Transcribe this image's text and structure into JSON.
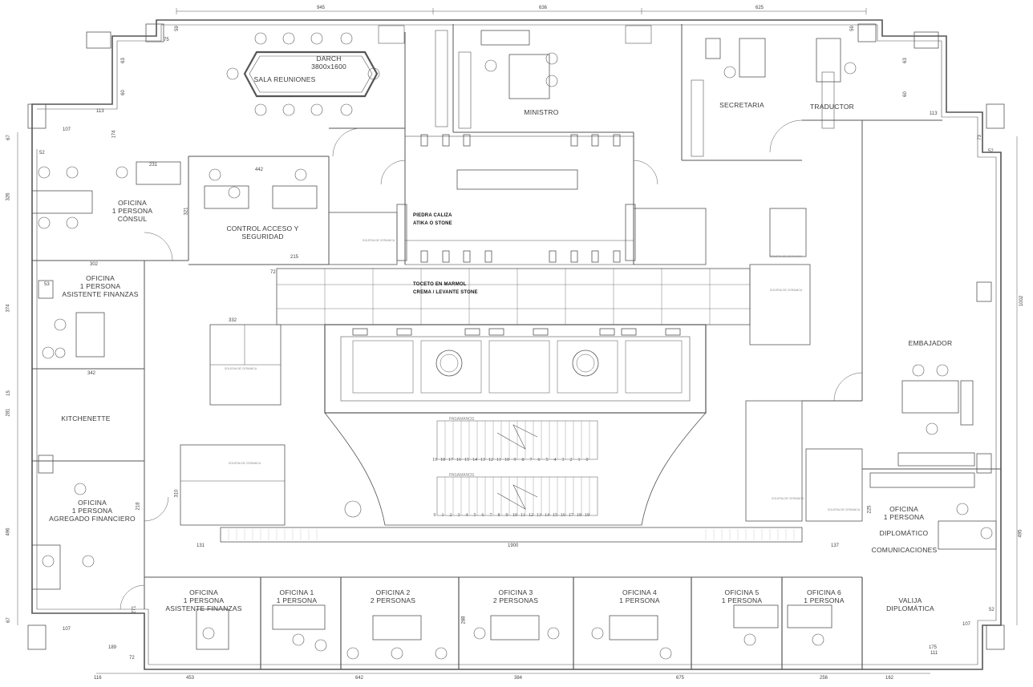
{
  "plan": {
    "rooms": {
      "sala_reuniones": "SALA REUNIONES",
      "darch": "DARCH\n3800x1600",
      "ministro": "MINISTRO",
      "secretaria": "SECRETARIA",
      "traductor": "TRADUCTOR",
      "oficina_consul": "OFICINA\n1 PERSONA\nCÓNSUL",
      "control_acceso": "CONTROL ACCESO Y\nSEGURIDAD",
      "asistente_finanzas_top": "OFICINA\n1 PERSONA\nASISTENTE FINANZAS",
      "kitchenette": "KITCHENETTE",
      "agregado_financiero": "OFICINA\n1 PERSONA\nAGREGADO FINANCIERO",
      "embajador": "EMBAJADOR",
      "diplomatico": "OFICINA\n1 PERSONA\n\nDIPLOMÁTICO",
      "comunicaciones": "COMUNICACIONES",
      "asistente_finanzas_bottom": "OFICINA\n1 PERSONA\nASISTENTE FINANZAS",
      "oficina1": "OFICINA 1\n1 PERSONA",
      "oficina2": "OFICINA 2\n2 PERSONAS",
      "oficina3": "OFICINA 3\n2 PERSONAS",
      "oficina4": "OFICINA 4\n1 PERSONA",
      "oficina5": "OFICINA 5\n1 PERSONA",
      "oficina6": "OFICINA 6\n1 PERSONA",
      "valija": "VALIJA\nDIPLOMÁTICA"
    },
    "materials": {
      "piedra_caliza": "PIEDRA CALIZA\nATIKA O STONE",
      "toceto": "TOCETO EN MARMOL\nCREMA / LEVANTE STONE"
    },
    "pasamanos": [
      "PASAMANOS",
      "PASAMANOS"
    ],
    "stairs_upper": [
      "19",
      "18",
      "17",
      "16",
      "15",
      "14",
      "13",
      "12",
      "11",
      "10",
      "9",
      "8",
      "7",
      "6",
      "5",
      "4",
      "3",
      "2",
      "1",
      "0"
    ],
    "stairs_lower": [
      "0",
      "1",
      "2",
      "3",
      "4",
      "5",
      "6",
      "7",
      "8",
      "9",
      "10",
      "11",
      "12",
      "13",
      "14",
      "15",
      "16",
      "17",
      "18",
      "19"
    ],
    "dims_top": [
      "945",
      "636",
      "625"
    ],
    "dims_bottom": [
      "116",
      "453",
      "642",
      "384",
      "675",
      "256",
      "162"
    ],
    "dims_left": [
      "67",
      "326",
      "374",
      "15",
      "281",
      "496",
      "67"
    ],
    "dims_right": [
      "1002",
      "495"
    ],
    "dims_inner": {
      "d75": "75",
      "d59a": "59",
      "d59b": "59",
      "d63a": "63",
      "d60a": "60",
      "d63b": "63",
      "d60b": "60",
      "d113a": "113",
      "d113b": "113",
      "d107a": "107",
      "d107b": "107",
      "d174": "174",
      "d52a": "52",
      "d52b": "52",
      "d73": "73",
      "d231": "231",
      "d442": "442",
      "d321": "321",
      "d215": "215",
      "d302": "302",
      "d72": "72",
      "d53": "53",
      "d332": "332",
      "d342": "342",
      "d310": "310",
      "d218": "218",
      "d131": "131",
      "d1900": "1900",
      "d137": "137",
      "d225": "225",
      "d271": "271",
      "d189": "189",
      "d72b": "72",
      "d288": "288",
      "d111": "111",
      "d52c": "52",
      "d107c": "107",
      "d175": "175"
    },
    "tags": {
      "ceramica1": "SOLERIA DE CERAMICA",
      "ceramica2": "SOLERIA DE CERAMICA",
      "ceramica3": "SOLERIA DE CERAMICA",
      "ceramica4": "SOLERIA DE CERAMICA",
      "ceramica5": "SOLERIA DE CERAMICA",
      "ceramica6": "SOLERIA DE CERAMICA",
      "ceramica7": "SOLERIA DE CERAMICA"
    }
  }
}
